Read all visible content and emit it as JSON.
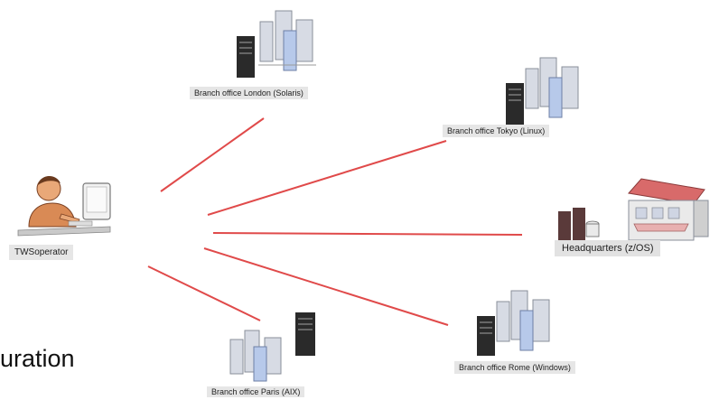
{
  "operator": {
    "label": "TWSoperator"
  },
  "offices": [
    {
      "id": "london",
      "label": "Branch office London (Solaris)"
    },
    {
      "id": "tokyo",
      "label": "Branch office Tokyo (Linux)"
    },
    {
      "id": "hq",
      "label": "Headquarters (z/OS)"
    },
    {
      "id": "rome",
      "label": "Branch office Rome (Windows)"
    },
    {
      "id": "paris",
      "label": "Branch office Paris (AIX)"
    }
  ],
  "caption": {
    "text": "uration"
  },
  "colors": {
    "link": "#e04a4a",
    "label_bg": "#e6e6e6",
    "server_dark": "#2a2a2a",
    "building_light": "#d7dbe4",
    "building_blue": "#b7c9ea",
    "roof": "#d86a6a",
    "operator_skin": "#d98a55"
  }
}
